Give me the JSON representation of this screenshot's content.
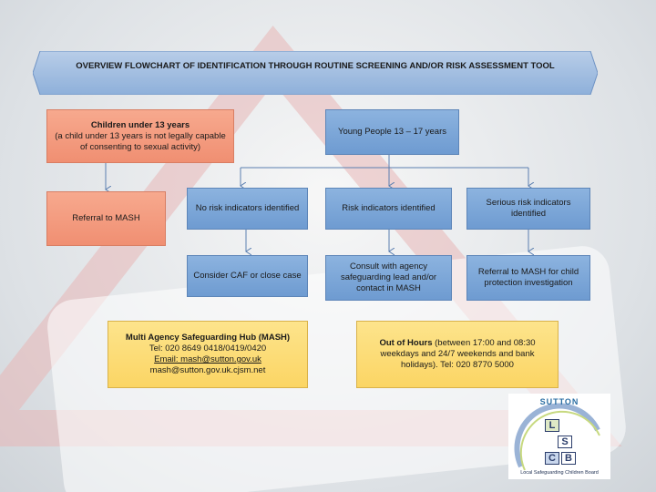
{
  "title": "OVERVIEW FLOWCHART OF IDENTIFICATION THROUGH ROUTINE SCREENING AND/OR RISK ASSESSMENT TOOL",
  "boxes": {
    "children_under_13": {
      "heading": "Children under 13 years",
      "body": "(a child under 13 years is not legally capable of consenting to sexual activity)"
    },
    "young_people": "Young People 13 – 17 years",
    "referral_mash": "Referral to MASH",
    "no_risk": "No risk indicators identified",
    "risk": "Risk indicators identified",
    "serious_risk": "Serious risk indicators identified",
    "consider_caf": "Consider CAF or close case",
    "consult_agency": "Consult with agency safeguarding lead and/or contact in MASH",
    "referral_child_protection": "Referral to MASH for child protection investigation"
  },
  "contacts": {
    "mash": {
      "heading": "Multi Agency Safeguarding Hub (MASH)",
      "tel": "Tel: 020 8649 0418/0419/0420",
      "email": "Email: mash@sutton.gov.uk",
      "secure": "mash@sutton.gov.uk.cjsm.net"
    },
    "out_of_hours": {
      "heading": "Out of Hours",
      "body": "(between 17:00 and 08:30 weekdays and 24/7 weekends and bank holidays). Tel: 020 8770 5000"
    }
  },
  "logo": {
    "top_text": "SUTTON",
    "letters": [
      "L",
      "S",
      "C",
      "B"
    ],
    "caption": "Local Safeguarding Children Board"
  },
  "colors": {
    "blue_box": "#7ba6d8",
    "orange_box": "#f39a7c",
    "yellow_box": "#fcdc75",
    "arrow": "#5b7fb0"
  }
}
